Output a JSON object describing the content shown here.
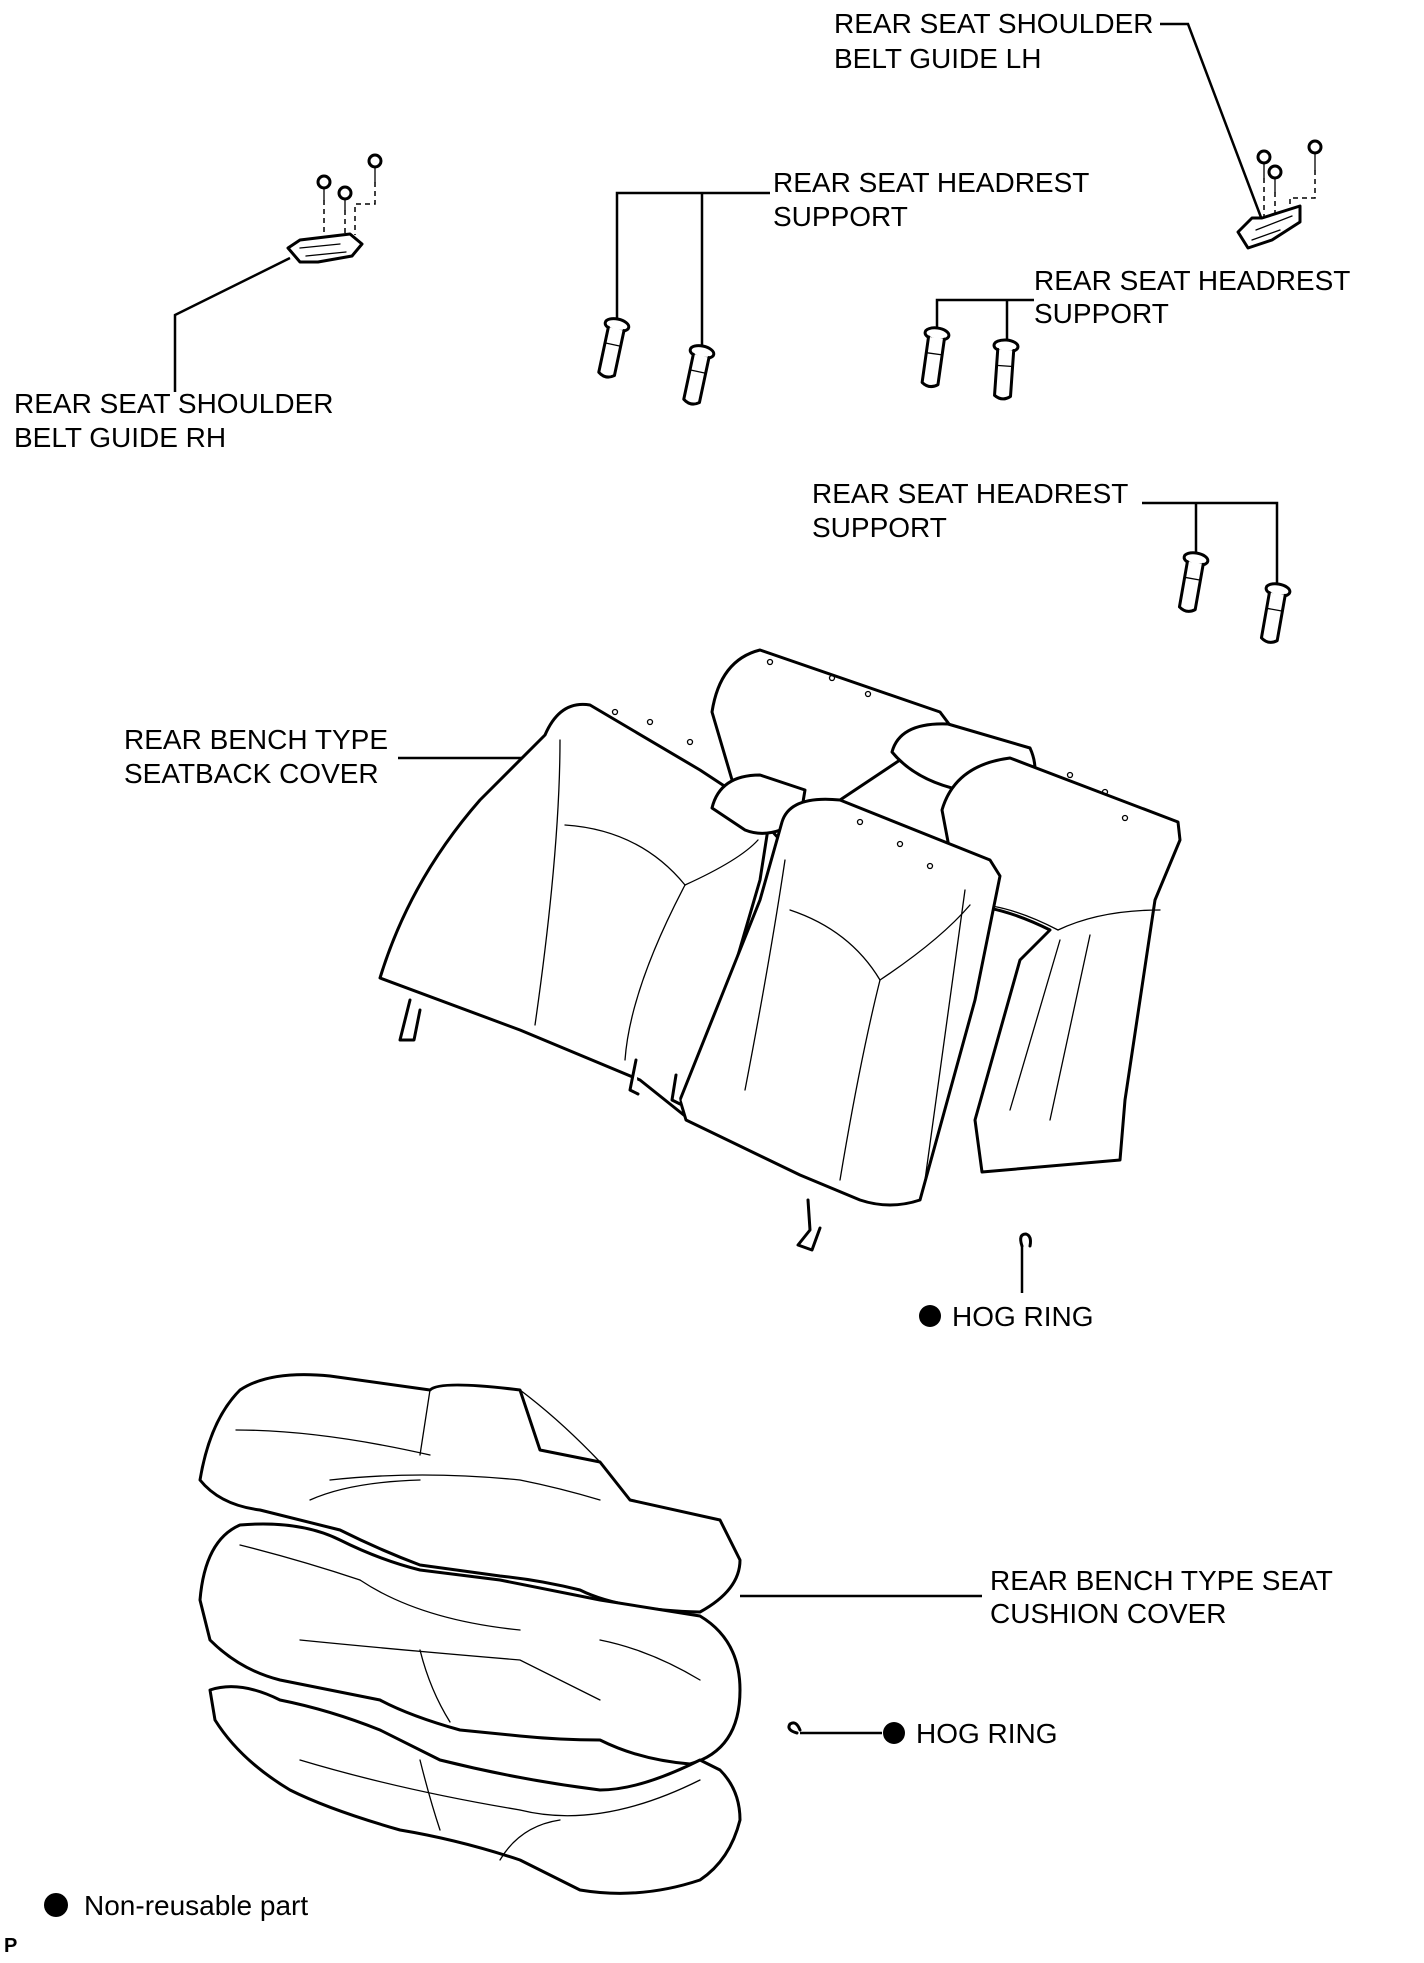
{
  "labels": {
    "belt_guide_lh": [
      "REAR SEAT SHOULDER",
      "BELT GUIDE LH"
    ],
    "belt_guide_rh": [
      "REAR SEAT SHOULDER",
      "BELT GUIDE RH"
    ],
    "headrest_support_a": [
      "REAR SEAT HEADREST",
      "SUPPORT"
    ],
    "headrest_support_b": [
      "REAR SEAT HEADREST",
      "SUPPORT"
    ],
    "headrest_support_c": [
      "REAR SEAT HEADREST",
      "SUPPORT"
    ],
    "seatback_cover": [
      "REAR BENCH TYPE",
      "SEATBACK COVER"
    ],
    "hog_ring_upper": "HOG RING",
    "cushion_cover": [
      "REAR BENCH TYPE SEAT",
      "CUSHION COVER"
    ],
    "hog_ring_lower": "HOG RING"
  },
  "legend": {
    "non_reusable_symbol": "filled-circle",
    "non_reusable_text": "Non-reusable part"
  },
  "corner_code": "P"
}
